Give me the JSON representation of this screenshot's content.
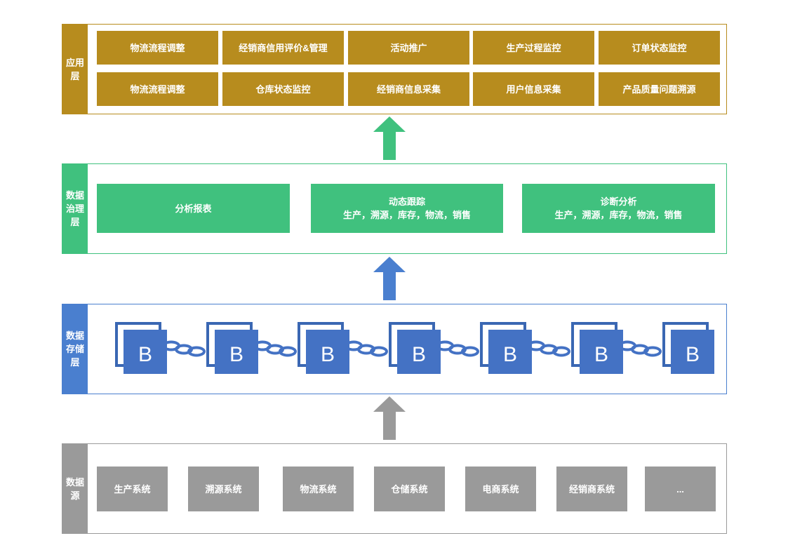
{
  "colors": {
    "application": "#b78c1e",
    "governance": "#40c17e",
    "storage": "#4a7fcf",
    "source": "#9a9a9a",
    "block_back": "#3a67b3",
    "block_front": "#4472c4"
  },
  "application_layer": {
    "label": "应用\n层",
    "row1": [
      "物流流程调整",
      "经销商信用评价&管理",
      "活动推广",
      "生产过程监控",
      "订单状态监控"
    ],
    "row2": [
      "物流流程调整",
      "仓库状态监控",
      "经销商信息采集",
      "用户信息采集",
      "产品质量问题溯源"
    ]
  },
  "governance_layer": {
    "label": "数据\n治理\n层",
    "boxes": [
      {
        "title": "分析报表",
        "subtitle": ""
      },
      {
        "title": "动态跟踪",
        "subtitle": "生产，溯源，库存，物流，销售"
      },
      {
        "title": "诊断分析",
        "subtitle": "生产，溯源，库存，物流，销售"
      }
    ]
  },
  "storage_layer": {
    "label": "数据\n存储\n层",
    "blocks": [
      "B",
      "B",
      "B",
      "B",
      "B",
      "B",
      "B"
    ],
    "link_icon": "chain-link-icon"
  },
  "source_layer": {
    "label": "数据\n源",
    "systems": [
      "生产系统",
      "溯源系统",
      "物流系统",
      "仓储系统",
      "电商系统",
      "经销商系统",
      "..."
    ]
  },
  "arrows": [
    "up-arrow-icon",
    "up-arrow-icon",
    "up-arrow-icon"
  ]
}
